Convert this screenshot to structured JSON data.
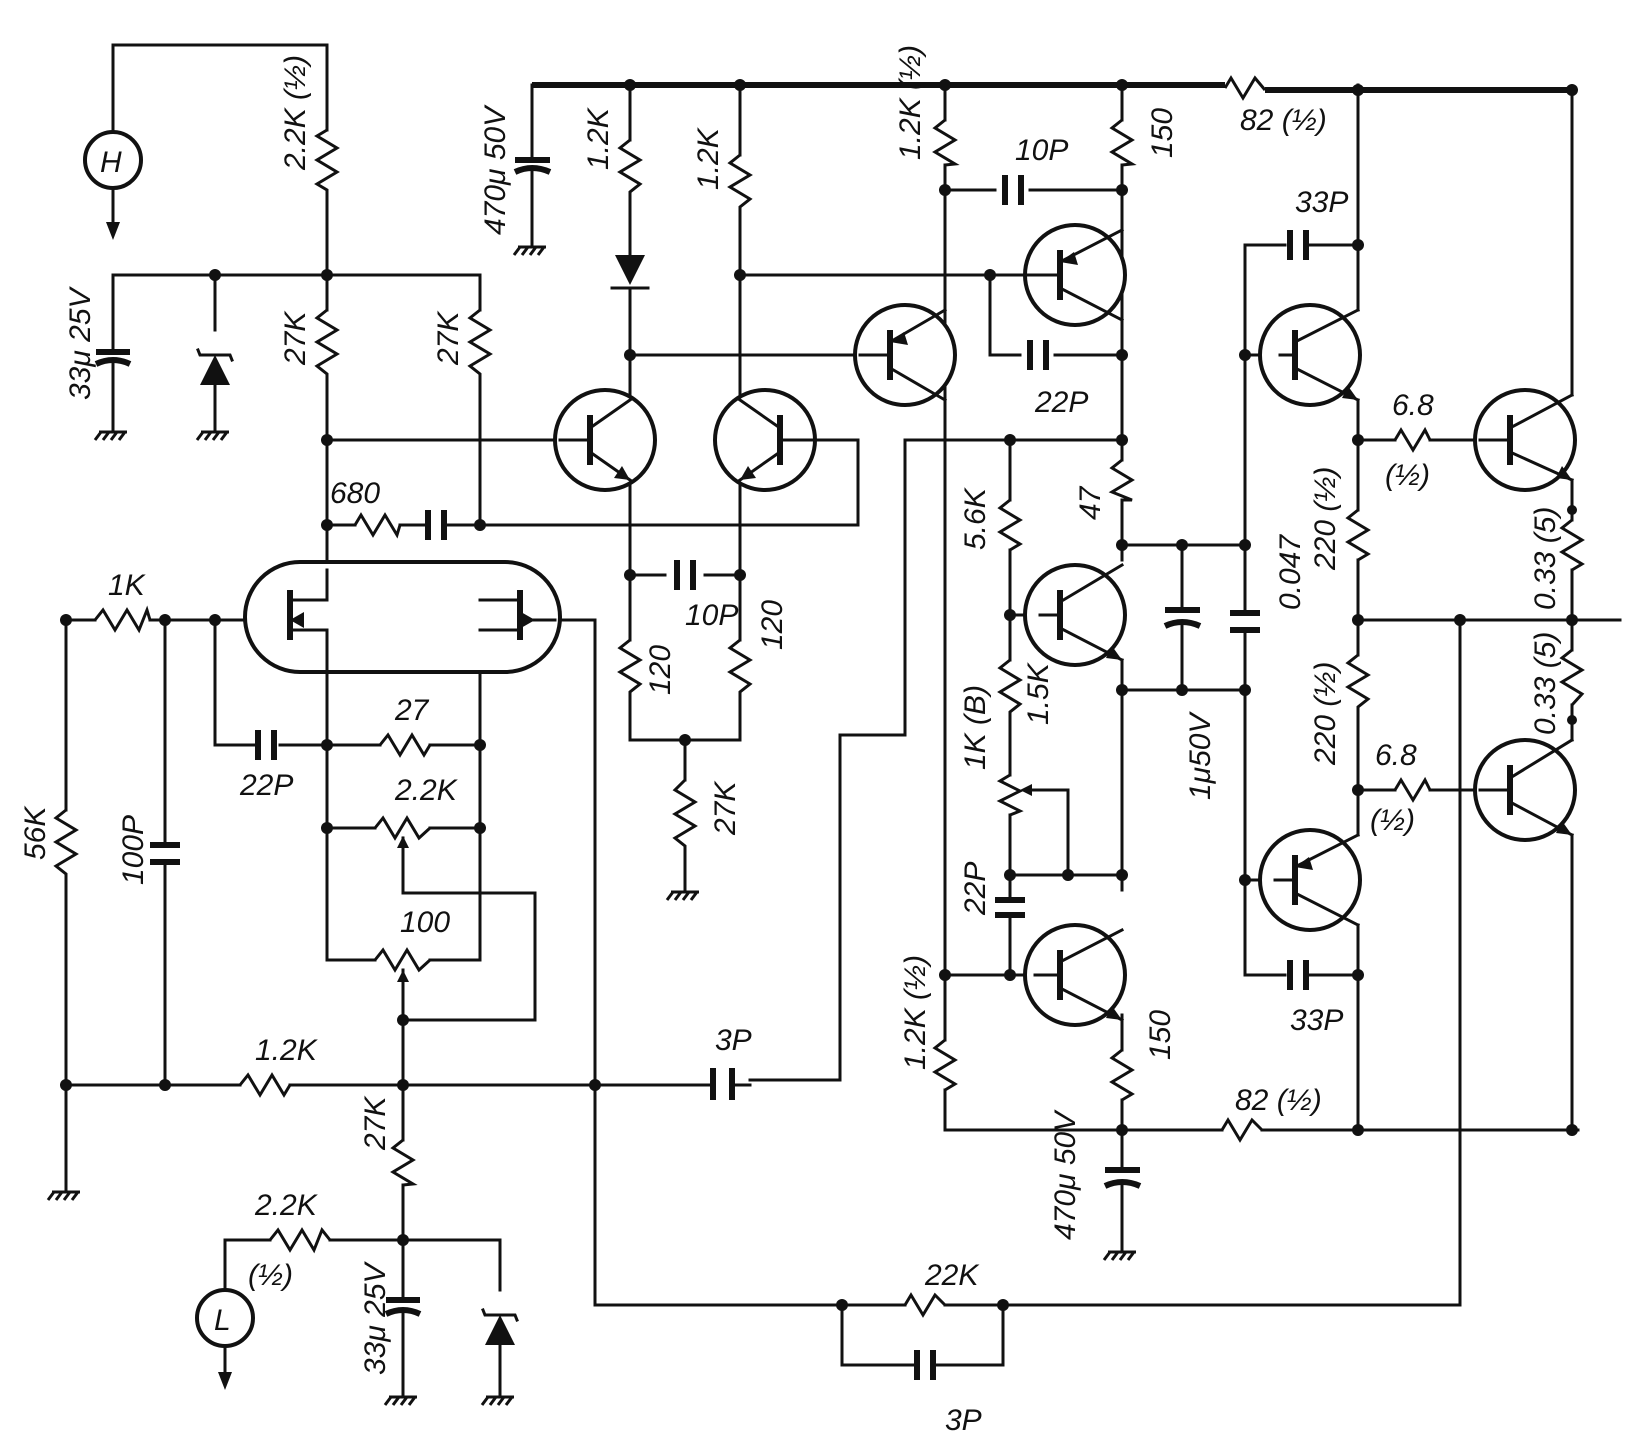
{
  "labels": {
    "h_terminal": "H",
    "l_terminal": "L",
    "r_2k2_half_top": "2.2K (½)",
    "c_470u_top": "470μ 50V",
    "r_1k2_a": "1.2K",
    "r_1k2_b": "1.2K",
    "r_1k2_half_top": "1.2K (½)",
    "r_150_top": "150",
    "c_10p_top": "10P",
    "r_82_top": "82 (½)",
    "c_33p_top": "33P",
    "c_33u_top": "33μ 25V",
    "r_27k_left": "27K",
    "r_27k_right": "27K",
    "c_22p_mid": "22P",
    "r_680": "680",
    "r_1k_in": "1K",
    "r_56k": "56K",
    "c_100p": "100P",
    "r_27": "27",
    "c_22p_fet": "22P",
    "r_2k2_pot": "2.2K",
    "r_100_pot": "100",
    "c_10p_mid": "10P",
    "r_120_a": "120",
    "r_120_b": "120",
    "r_27k_tail": "27K",
    "r_5k6": "5.6K",
    "r_47": "47",
    "c_0047": "0.047",
    "r_220_half_a": "220 (½)",
    "r_6_8_a": "6.8",
    "half_a": "(½)",
    "r_033_a": "0.33 (5)",
    "r_1k5": "1.5K",
    "r_1kb": "1K (B)",
    "c_1u50v": "1μ50V",
    "r_220_half_b": "220 (½)",
    "r_6_8_b": "6.8",
    "half_b": "(½)",
    "r_033_b": "0.33 (5)",
    "c_22p_low": "22P",
    "r_1k2_half_low": "1.2K (½)",
    "r_150_low": "150",
    "c_33p_low": "33P",
    "c_3p_mid": "3P",
    "r_1k2_fb": "1.2K",
    "r_27k_low": "27K",
    "r_82_low": "82 (½)",
    "c_470u_low": "470μ 50V",
    "r_2k2_low": "2.2K",
    "half_low": "(½)",
    "c_33u_low": "33μ 25V",
    "r_22k": "22K",
    "c_3p_low": "3P"
  }
}
